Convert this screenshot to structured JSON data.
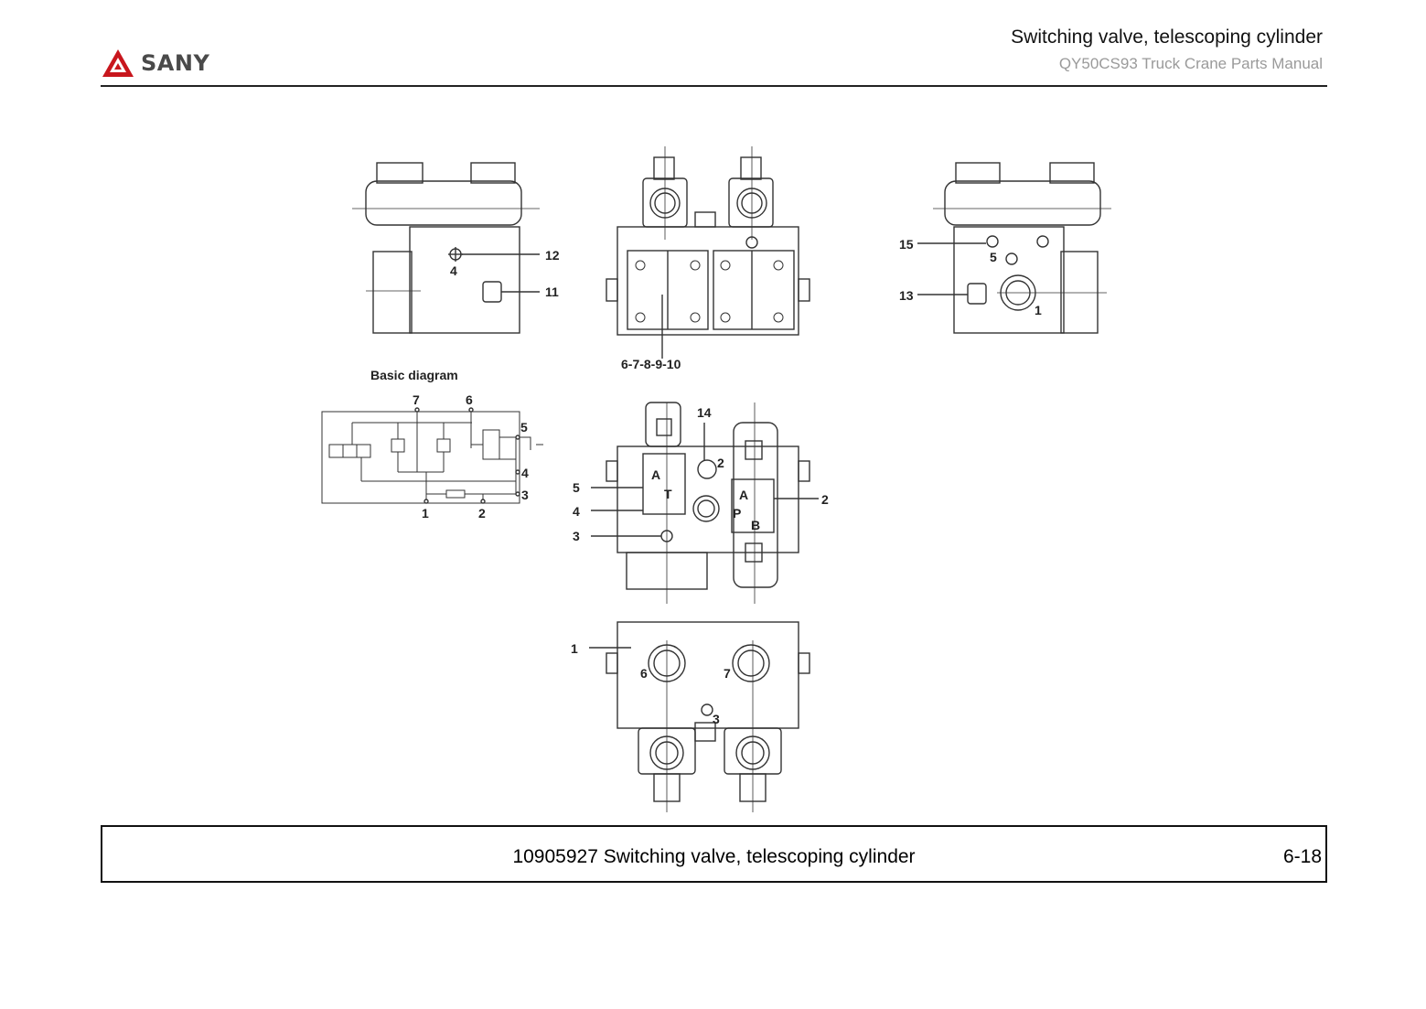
{
  "header": {
    "brand": "SANY",
    "title": "Switching valve, telescoping cylinder",
    "subtitle": "QY50CS93 Truck Crane  Parts Manual"
  },
  "drawing": {
    "basic_diagram_title": "Basic diagram",
    "views": {
      "side_left": {
        "callouts": [
          "12",
          "4",
          "11"
        ]
      },
      "top": {
        "callouts": [
          "6-7-8-9-10"
        ]
      },
      "side_right": {
        "callouts": [
          "15",
          "5",
          "13",
          "1"
        ]
      },
      "schematic": {
        "callouts": [
          "7",
          "6",
          "5",
          "4",
          "3",
          "1",
          "2"
        ]
      },
      "front": {
        "callouts": [
          "14",
          "2",
          "5",
          "4",
          "3",
          "2",
          "A",
          "T",
          "A",
          "P",
          "B"
        ]
      },
      "bottom": {
        "callouts": [
          "1",
          "6",
          "7",
          "3"
        ]
      }
    }
  },
  "footer": {
    "caption": "10905927 Switching valve, telescoping cylinder",
    "page": "6-18"
  }
}
